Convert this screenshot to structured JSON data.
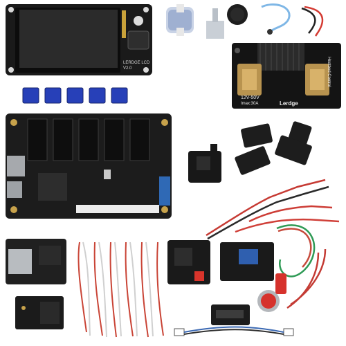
{
  "image": {
    "description_none": "",
    "printed_text": {
      "lcd_board": "LERDGE LCD",
      "lcd_version": "V2.0",
      "heatbed_voltage": "12V-50V",
      "heatbed_current": "Imax:30A",
      "heatbed_brand": "Lerdge",
      "heatbed_model": "Heatbed Control"
    }
  }
}
